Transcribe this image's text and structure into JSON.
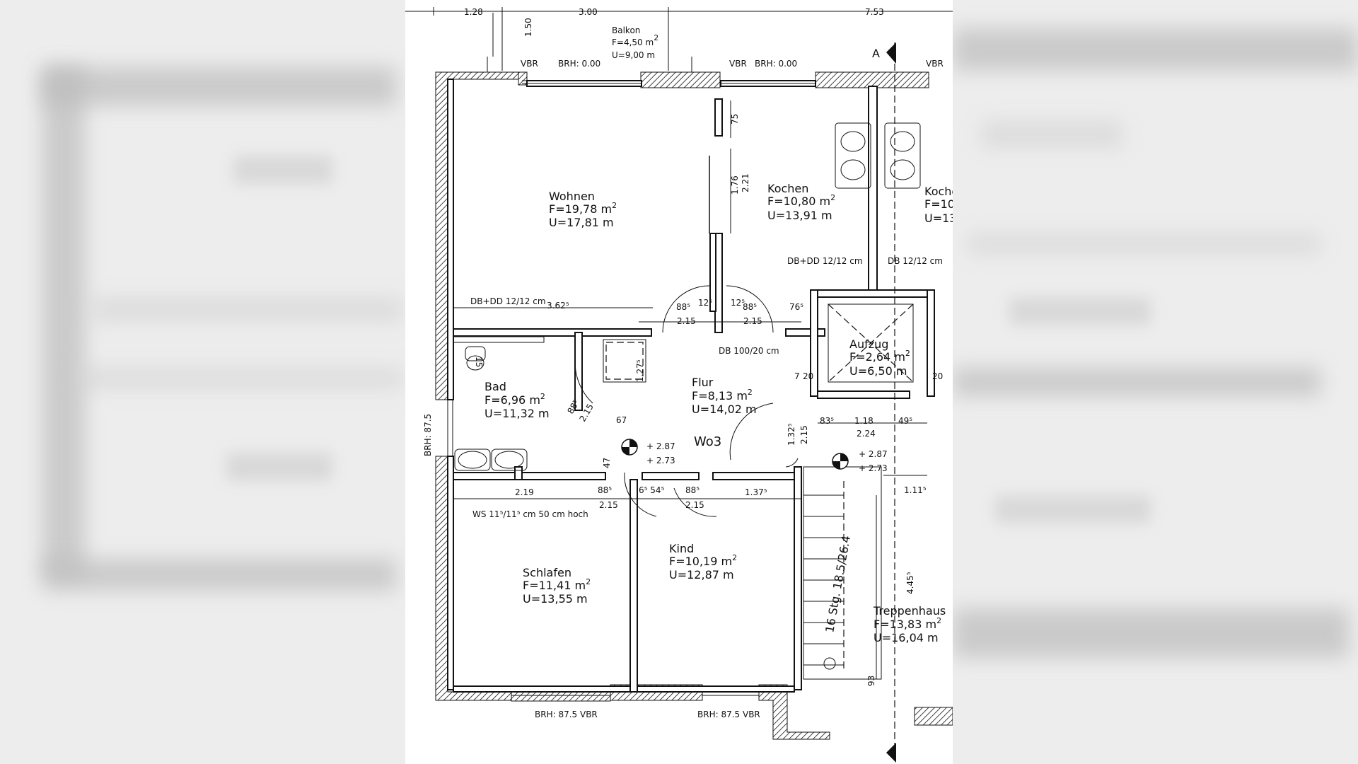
{
  "rooms": {
    "balkon": {
      "name": "Balkon",
      "area": "F=4,50 m",
      "perim": "U=9,00 m"
    },
    "wohnen": {
      "name": "Wohnen",
      "area": "F=19,78 m",
      "perim": "U=17,81 m"
    },
    "kochen": {
      "name": "Kochen",
      "area": "F=10,80 m",
      "perim": "U=13,91 m"
    },
    "kochen2": {
      "name": "Koche",
      "area": "F=10",
      "perim": "U=13"
    },
    "bad": {
      "name": "Bad",
      "area": "F=6,96 m",
      "perim": "U=11,32 m"
    },
    "flur": {
      "name": "Flur",
      "area": "F=8,13 m",
      "perim": "U=14,02 m"
    },
    "aufzug": {
      "name": "Aufzug",
      "area": "F=2,64 m",
      "perim": "U=6,50 m"
    },
    "schlafen": {
      "name": "Schlafen",
      "area": "F=11,41 m",
      "perim": "U=13,55 m"
    },
    "kind": {
      "name": "Kind",
      "area": "F=10,19 m",
      "perim": "U=12,87 m"
    },
    "treppenhaus": {
      "name": "Treppenhaus",
      "area": "F=13,83 m",
      "perim": "U=16,04 m"
    }
  },
  "unit": {
    "label": "Wo3",
    "sup": "2"
  },
  "levels": {
    "a": "+ 2.87",
    "b": "+ 2.73",
    "c": "+ 2.87",
    "d": "+ 2.73"
  },
  "stairs": {
    "label": "16 Stg. 18.5/26.4"
  },
  "section_marker": "A",
  "dims": {
    "d_128": "1.28",
    "d_300": "3.00",
    "d_753": "7.53",
    "d_150": "1.50",
    "vbr1": "VBR",
    "brh1": "BRH: 0.00",
    "vbr2": "VBR",
    "brh2": "BRH: 0.00",
    "vbr3": "VBR",
    "d_75": "75",
    "d_176": "1.76",
    "d_221": "2.21",
    "dbdd_kochen": "DB+DD  12/12 cm",
    "db_kochen2": "DB  12/12 cm",
    "dbdd_wohnen": "DB+DD  12/12 cm",
    "d_362": "3.62⁵",
    "d_88a": "88⁵",
    "d_12a": "12⁵",
    "d_12b": "12⁵",
    "d_88b": "88⁵",
    "d_76": "76⁵",
    "d_215a": "2.15",
    "d_215b": "2.15",
    "db100": "DB 100/20 cm",
    "d_127": "1.27⁵",
    "d_15": "15",
    "d_7": "7",
    "d_20a": "20",
    "d_20b": "20",
    "d_88c": "88⁵",
    "d_215c": "2.15",
    "d_67": "67",
    "d_47": "47",
    "d_132": "1.32⁵",
    "d_215d": "2.15",
    "d_83": "83⁵",
    "d_118": "1.18",
    "d_49": "49⁵",
    "d_224": "2.24",
    "brh_left": "BRH: 87.5",
    "d_219": "2.19",
    "d_88d": "88⁵",
    "d_654": "6⁵ 54⁵",
    "d_88e": "88⁵",
    "d_137": "1.37⁵",
    "d_215e": "2.15",
    "d_215f": "2.15",
    "d_111": "1.11⁵",
    "ws": "WS 11⁵/11⁵ cm 50 cm hoch",
    "d_445": "4.45⁵",
    "d_93": "93",
    "brh_b1": "BRH: 87.5  VBR",
    "brh_b2": "BRH: 87.5  VBR"
  }
}
